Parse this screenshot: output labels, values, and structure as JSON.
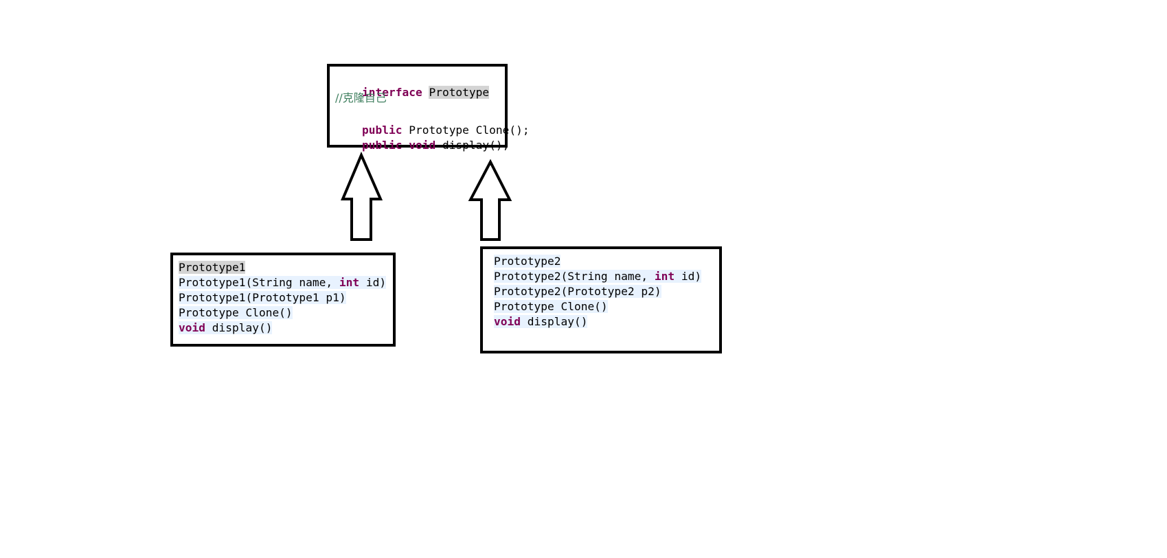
{
  "colors": {
    "keyword": "#7f0055",
    "comment": "#3f7f5f",
    "line_highlight": "#e8f2fe",
    "selection": "#d4d4d4",
    "border": "#000000"
  },
  "interface_box": {
    "line1": {
      "keyword": "interface",
      "name": "Prototype"
    },
    "comment": "//克隆自己",
    "line3": {
      "keyword": "public",
      "rest": " Prototype Clone();"
    },
    "line4": {
      "keyword1": "public",
      "keyword2": "void",
      "rest": " display();"
    }
  },
  "class1_box": {
    "name": "Prototype1",
    "ctor1_start": "Prototype1(String name, ",
    "ctor1_kw": "int",
    "ctor1_end": " id)",
    "ctor2": "Prototype1(Prototype1 p1)",
    "clone": "Prototype Clone()",
    "display_kw": "void",
    "display_rest": " display()"
  },
  "class2_box": {
    "name": "Prototype2",
    "ctor1_start": "Prototype2(String name, ",
    "ctor1_kw": "int",
    "ctor1_end": " id)",
    "ctor2": "Prototype2(Prototype2 p2)",
    "clone": "Prototype Clone()",
    "display_kw": "void",
    "display_rest": " display()"
  }
}
